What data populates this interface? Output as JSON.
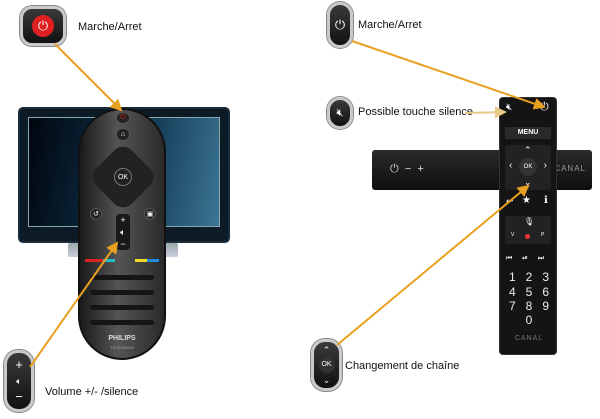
{
  "left": {
    "power_label": "Marche/Arret",
    "volume_label": "Volume +/- /silence",
    "remote": {
      "brand": "PHILIPS",
      "sub": "TELEVISION",
      "ok": "OK"
    }
  },
  "right": {
    "power_label": "Marche/Arret",
    "mute_label": "Possible touche silence",
    "channel_label": "Changement de chaîne",
    "ok": "OK",
    "box_brand": "CANAL",
    "remote": {
      "menu": "MENU",
      "ok": "OK",
      "brand": "CANAL",
      "keys": [
        "1",
        "2",
        "3",
        "4",
        "5",
        "6",
        "7",
        "8",
        "9",
        "0"
      ],
      "v": "V",
      "p": "P"
    }
  },
  "colors": {
    "arrow": "#e8a020",
    "power_red": "#e02020"
  }
}
